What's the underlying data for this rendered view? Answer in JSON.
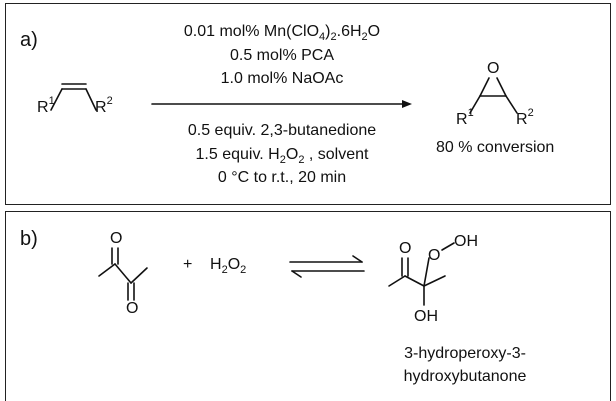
{
  "panel_a": {
    "label": "a)",
    "reagents_above": {
      "line1_a": "0.01 mol% Mn(ClO",
      "line1_sub1": "4",
      "line1_b": ")",
      "line1_sub2": "2",
      "line1_c": ".6H",
      "line1_sub3": "2",
      "line1_d": "O",
      "line2": "0.5 mol% PCA",
      "line3": "1.0 mol% NaOAc"
    },
    "reagents_below": {
      "line1": "0.5 equiv. 2,3-butanedione",
      "line2_a": "1.5 equiv. H",
      "line2_sub1": "2",
      "line2_b": "O",
      "line2_sub2": "2",
      "line2_c": " , solvent",
      "line3": "0 °C to r.t., 20 min"
    },
    "alkene": {
      "r1": "R",
      "r1_sup": "1",
      "r2": "R",
      "r2_sup": "2"
    },
    "epoxide": {
      "oxygen": "O",
      "r1": "R",
      "r1_sup": "1",
      "r2": "R",
      "r2_sup": "2"
    },
    "result": "80 % conversion"
  },
  "panel_b": {
    "label": "b)",
    "diketone_o_top": "O",
    "diketone_o_bottom": "O",
    "plus": "+",
    "h2o2_a": "H",
    "h2o2_sub1": "2",
    "h2o2_b": "O",
    "h2o2_sub2": "2",
    "product": {
      "o_ketone": "O",
      "o_peroxy": "O",
      "oh_peroxy": "OH",
      "oh": "OH"
    },
    "product_name_line1": "3-hydroperoxy-3-",
    "product_name_line2": "hydroxybutanone"
  }
}
